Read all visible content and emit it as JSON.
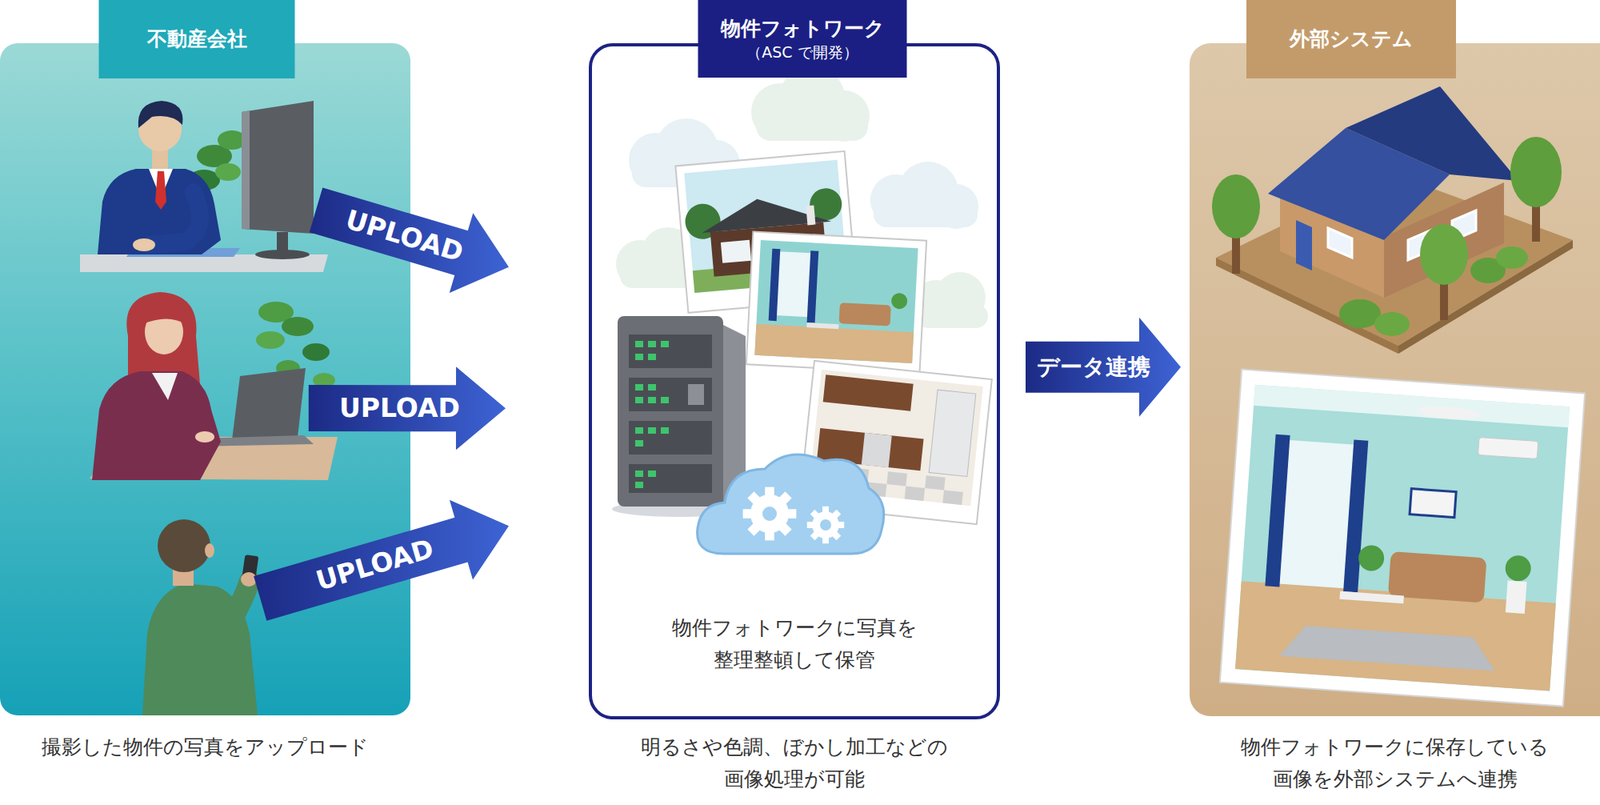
{
  "diagram": {
    "nodes": [
      {
        "text": [
          "不動産会社",
          "撮影した物件の写真をアップロード"
        ]
      },
      {
        "text": [
          "物件フォトワーク",
          "（ASC で開発）",
          "物件フォトワークに写真を 整理整頓して保管",
          "明るさや色調、ぼかし加工などの 画像処理が可能"
        ]
      },
      {
        "text": [
          "外部システム",
          "物件フォトワークに保存している 画像を外部システムへ連携"
        ]
      }
    ],
    "edges": [
      {
        "from": 0,
        "to": 1,
        "label": "UPLOAD",
        "arrow": "to"
      },
      {
        "from": 0,
        "to": 1,
        "label": "UPLOAD",
        "arrow": "to"
      },
      {
        "from": 0,
        "to": 1,
        "label": "UPLOAD",
        "arrow": "to"
      },
      {
        "from": 1,
        "to": 2,
        "label": "データ連携",
        "arrow": "to"
      }
    ]
  }
}
